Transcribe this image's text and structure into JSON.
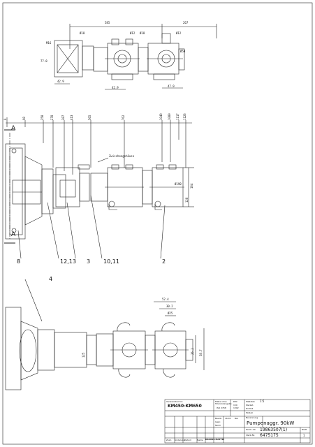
{
  "views": {
    "top": {
      "dims": [
        "585",
        "267",
        "Ø18",
        "Ø12",
        "Ø18",
        "Ø12",
        "M16",
        "Ø50",
        "77.8",
        "42.9",
        "42.9",
        "47.9"
      ]
    },
    "side": {
      "section_mark": "A",
      "stations": [
        "0",
        "98",
        "258",
        "278",
        "387",
        "413",
        "565",
        "762",
        "1049",
        "1089",
        "1117",
        "1126"
      ],
      "note": "Zwischengehäuse",
      "dims": [
        "128",
        "164",
        "Ø190"
      ],
      "callouts": [
        "8",
        "12,13",
        "3",
        "10,11",
        "2"
      ]
    },
    "bottom": {
      "callout": "4",
      "dims": [
        "52.4",
        "30.2",
        "Ø25",
        "26.2",
        "58.7",
        "125"
      ]
    }
  },
  "title_block": {
    "header_left": "Verwendbar für:",
    "machine": "KM450-KM650",
    "hdr_tol": "Maße ohne Toleranzangabe",
    "hdr_std": "ISO 2768",
    "din_label": "DIN",
    "din_values": [
      "150",
      "1302"
    ],
    "scale_label": "Maßstab",
    "scale_value": "1:5",
    "material_label": "Werkst.",
    "rohteil_label": "Rohteil",
    "modell_label": "Modell",
    "rows": [
      "Bearb.",
      "Gepr.",
      "Norm"
    ],
    "date_1": "16.03",
    "name_1": "Bär",
    "benennung_label": "Benennung",
    "title": "Pumpenaggr. 90kW",
    "drawing_no_label": "Zeich.-Nr.",
    "drawing_no": "19863507(1)",
    "ident_label": "Ident-Nr.",
    "ident_no": "6475175",
    "sheet_label": "Blatt",
    "sheet_no": "1",
    "company": "KRAUSS MAFFEI",
    "rev_cols": [
      "Zust.",
      "Änderung",
      "Datum",
      "Name"
    ]
  }
}
